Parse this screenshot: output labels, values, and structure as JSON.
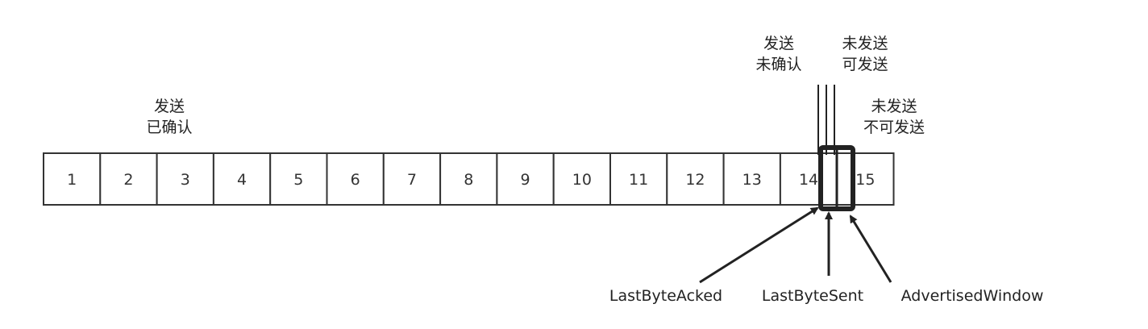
{
  "cells": [
    "1",
    "2",
    "3",
    "4",
    "5",
    "6",
    "7",
    "8",
    "9",
    "10",
    "11",
    "12",
    "13",
    "14",
    "15"
  ],
  "region_labels": {
    "sent_acked": [
      "发送",
      "已确认"
    ],
    "sent_unacked": [
      "发送",
      "未确认"
    ],
    "unsent_sendable": [
      "未发送",
      "可发送"
    ],
    "unsent_unsendable": [
      "未发送",
      "不可发送"
    ]
  },
  "pointers": {
    "last_byte_acked": "LastByteAcked",
    "last_byte_sent": "LastByteSent",
    "advertised_window": "AdvertisedWindow"
  },
  "colors": {
    "stroke": "#333333",
    "text": "#222222"
  }
}
